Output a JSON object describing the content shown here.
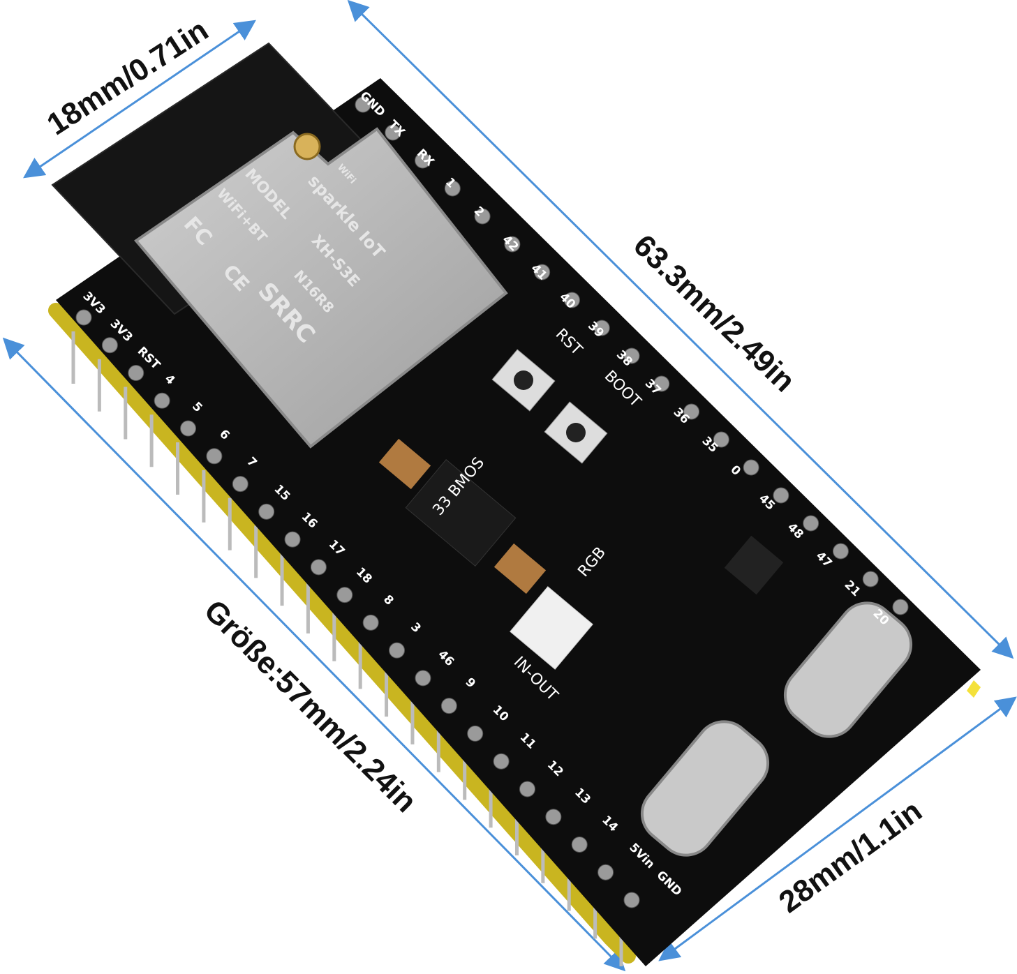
{
  "dimensions": {
    "width_top": "18mm/0.71in",
    "length_right": "63.3mm/2.49in",
    "size_left": "Größe:57mm/2.24in",
    "width_bottom": "28mm/1.1in"
  },
  "module": {
    "brand": "sparkle IoT",
    "model_label": "MODEL",
    "model": "XH-S3E",
    "variant": "N16R8",
    "wireless": "WiFi+BT",
    "wifi_badge": "WiFi",
    "cert_fc": "FC",
    "cert_ce": "CE",
    "cert_srrc": "SRRC"
  },
  "board_labels": {
    "rst": "RST",
    "boot": "BOOT",
    "rgb": "RGB",
    "in_out": "IN-OUT",
    "regulator": "33 BMOS"
  },
  "pins_left": [
    "3V3",
    "3V3",
    "RST",
    "4",
    "5",
    "6",
    "7",
    "15",
    "16",
    "17",
    "18",
    "8",
    "3",
    "46",
    "9",
    "10",
    "11",
    "12",
    "13",
    "14",
    "5Vin",
    "GND"
  ],
  "pins_right": [
    "GND",
    "TX",
    "RX",
    "1",
    "2",
    "42",
    "41",
    "40",
    "39",
    "38",
    "37",
    "36",
    "35",
    "0",
    "45",
    "48",
    "47",
    "21",
    "20"
  ],
  "colors": {
    "arrow": "#4a90d9",
    "board": "#0d0d0d",
    "header": "#f4e13a",
    "shield": "#b9b9b9"
  }
}
